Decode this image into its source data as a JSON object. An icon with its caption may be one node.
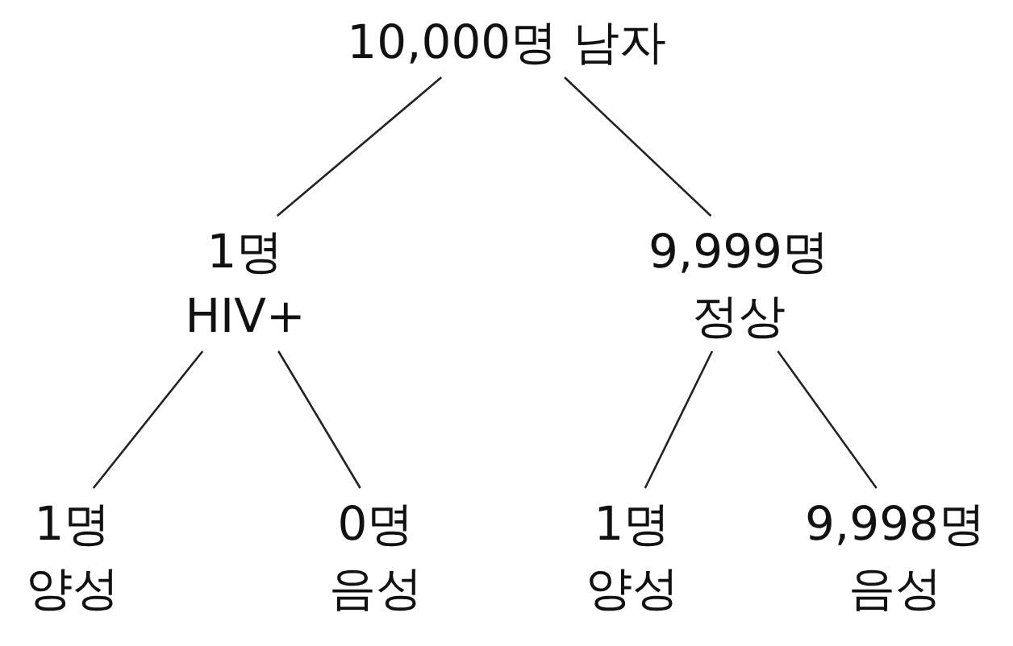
{
  "diagram": {
    "nodes": [
      {
        "text": [
          "10,000명 남자"
        ]
      },
      {
        "text": [
          "1명 HIV+"
        ]
      },
      {
        "text": [
          "9,999명 정상"
        ]
      },
      {
        "text": [
          "1명 양성"
        ]
      },
      {
        "text": [
          "0명 음성"
        ]
      },
      {
        "text": [
          "1명 양성"
        ]
      },
      {
        "text": [
          "9,998명 음성"
        ]
      }
    ],
    "edges": [
      {
        "from": 0,
        "to": 1,
        "arrow": "none"
      },
      {
        "from": 0,
        "to": 2,
        "arrow": "none"
      },
      {
        "from": 1,
        "to": 3,
        "arrow": "none"
      },
      {
        "from": 1,
        "to": 4,
        "arrow": "none"
      },
      {
        "from": 2,
        "to": 5,
        "arrow": "none"
      },
      {
        "from": 2,
        "to": 6,
        "arrow": "none"
      }
    ]
  }
}
